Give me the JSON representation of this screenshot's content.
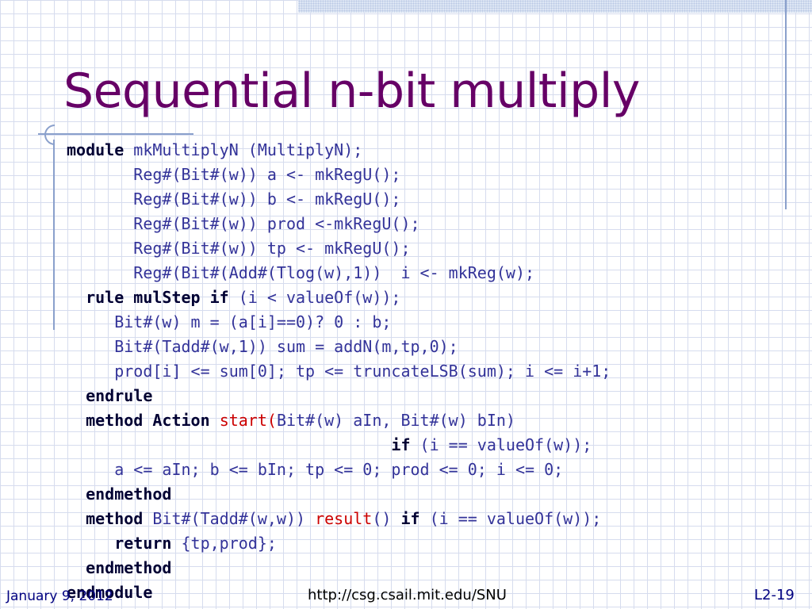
{
  "slide": {
    "title": "Sequential n-bit multiply",
    "footer": {
      "date": "January 9, 2012",
      "url": "http://csg.csail.mit.edu/SNU",
      "page": "L2-19"
    }
  },
  "code": [
    {
      "indent": "",
      "tokens": [
        {
          "t": "module",
          "k": "kw"
        },
        {
          "t": " mkMultiplyN (MultiplyN);"
        }
      ]
    },
    {
      "indent": "       ",
      "tokens": [
        {
          "t": "Reg#(Bit#(w)) a <- mkRegU();"
        }
      ]
    },
    {
      "indent": "       ",
      "tokens": [
        {
          "t": "Reg#(Bit#(w)) b <- mkRegU();"
        }
      ]
    },
    {
      "indent": "       ",
      "tokens": [
        {
          "t": "Reg#(Bit#(w)) prod <-mkRegU();"
        }
      ]
    },
    {
      "indent": "       ",
      "tokens": [
        {
          "t": "Reg#(Bit#(w)) tp <- mkRegU();"
        }
      ]
    },
    {
      "indent": "       ",
      "tokens": [
        {
          "t": "Reg#(Bit#(Add#(Tlog(w),1))  i <- mkReg(w);"
        }
      ]
    },
    {
      "indent": "  ",
      "tokens": [
        {
          "t": "rule mulStep if",
          "k": "kw"
        },
        {
          "t": " (i < valueOf(w));"
        }
      ]
    },
    {
      "indent": "     ",
      "tokens": [
        {
          "t": "Bit#(w) m = (a[i]==0)? 0 : b;"
        }
      ]
    },
    {
      "indent": "     ",
      "tokens": [
        {
          "t": "Bit#(Tadd#(w,1)) sum = addN(m,tp,0);"
        }
      ]
    },
    {
      "indent": "     ",
      "tokens": [
        {
          "t": "prod[i] <= sum[0]; tp <= truncateLSB(sum); i <= i+1;"
        }
      ]
    },
    {
      "indent": "  ",
      "tokens": [
        {
          "t": "endrule",
          "k": "kw"
        }
      ]
    },
    {
      "indent": "  ",
      "tokens": [
        {
          "t": "method Action",
          "k": "kw"
        },
        {
          "t": " "
        },
        {
          "t": "start(",
          "k": "fn"
        },
        {
          "t": "Bit#(w) aIn, Bit#(w) bIn)"
        }
      ]
    },
    {
      "indent": "                                  ",
      "tokens": [
        {
          "t": "if",
          "k": "kw"
        },
        {
          "t": " (i == valueOf(w));"
        }
      ]
    },
    {
      "indent": "     ",
      "tokens": [
        {
          "t": "a <= aIn; b <= bIn; tp <= 0; prod <= 0; i <= 0;"
        }
      ]
    },
    {
      "indent": "  ",
      "tokens": [
        {
          "t": "endmethod",
          "k": "kw"
        }
      ]
    },
    {
      "indent": "  ",
      "tokens": [
        {
          "t": "method",
          "k": "kw"
        },
        {
          "t": " Bit#(Tadd#(w,w)) "
        },
        {
          "t": "result",
          "k": "fn"
        },
        {
          "t": "() "
        },
        {
          "t": "if",
          "k": "kw"
        },
        {
          "t": " (i == valueOf(w));"
        }
      ]
    },
    {
      "indent": "     ",
      "tokens": [
        {
          "t": "return",
          "k": "kw"
        },
        {
          "t": " {tp,prod};"
        }
      ]
    },
    {
      "indent": "  ",
      "tokens": [
        {
          "t": "endmethod",
          "k": "kw"
        }
      ]
    },
    {
      "indent": "",
      "tokens": [
        {
          "t": "endmodule",
          "k": "kw"
        }
      ]
    }
  ]
}
